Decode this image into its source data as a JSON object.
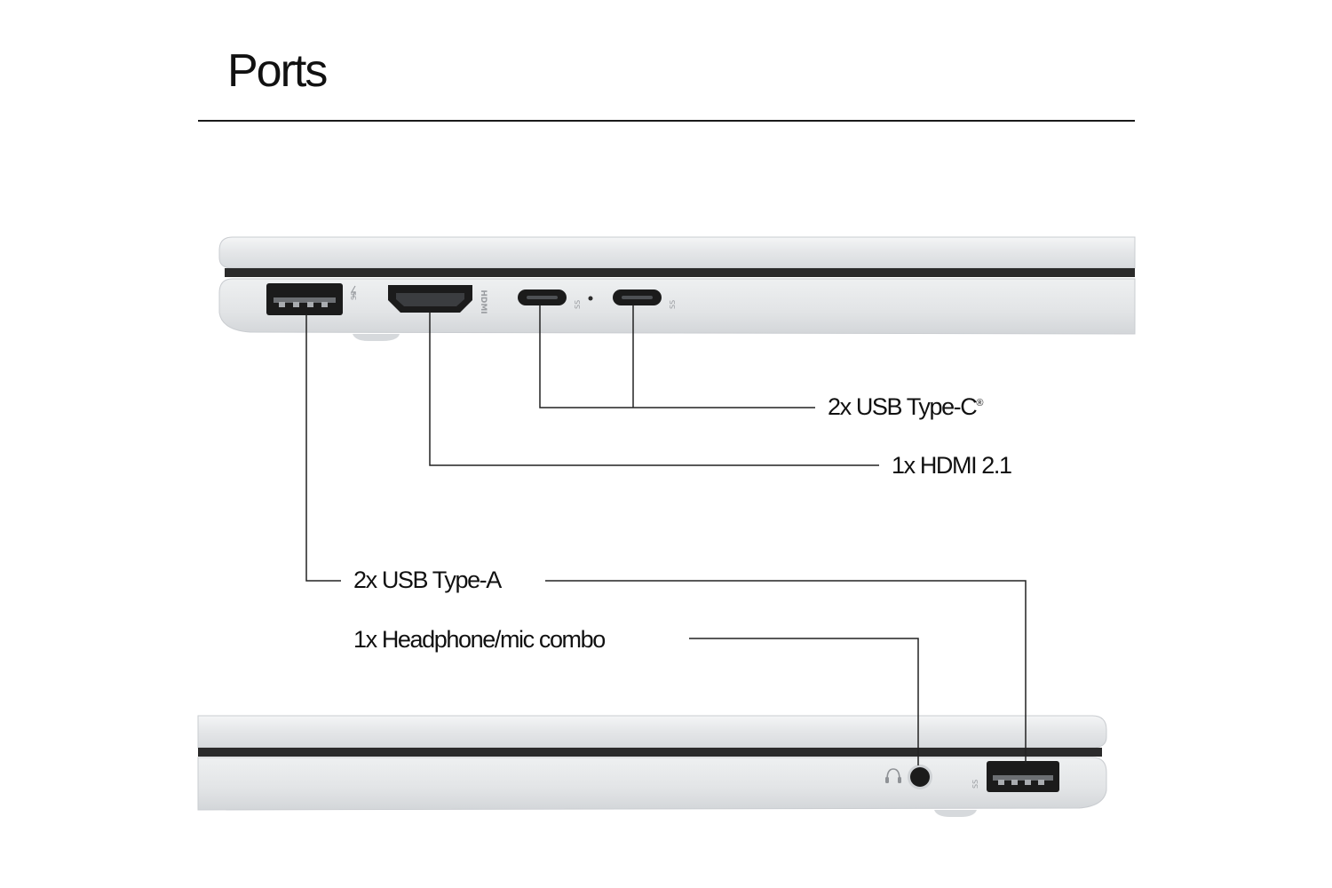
{
  "title": "Ports",
  "labels": {
    "usb_c": {
      "text": "2x USB Type-C",
      "suffix": "®"
    },
    "hdmi": {
      "text": "1x HDMI 2.1"
    },
    "usb_a": {
      "text": "2x USB Type-A"
    },
    "headphone": {
      "text": "1x Headphone/mic combo"
    }
  },
  "port_markings": {
    "hdmi": "HDMI",
    "usb_ss": "SS"
  },
  "icons": {
    "usb_a_left": "usb-a-port-icon",
    "hdmi": "hdmi-port-icon",
    "usb_c": "usb-c-port-icon",
    "headphone_jack": "headphone-jack-icon",
    "headphone_symbol": "headphone-icon",
    "usb_a_right": "usb-a-port-icon"
  },
  "colors": {
    "chassis": "#e6e8ea",
    "chassis_highlight": "#f5f6f7",
    "chassis_edge": "#c9ccd0",
    "seam": "#2b2b2b",
    "port": "#1b1b1b",
    "leader_line": "#222222"
  }
}
